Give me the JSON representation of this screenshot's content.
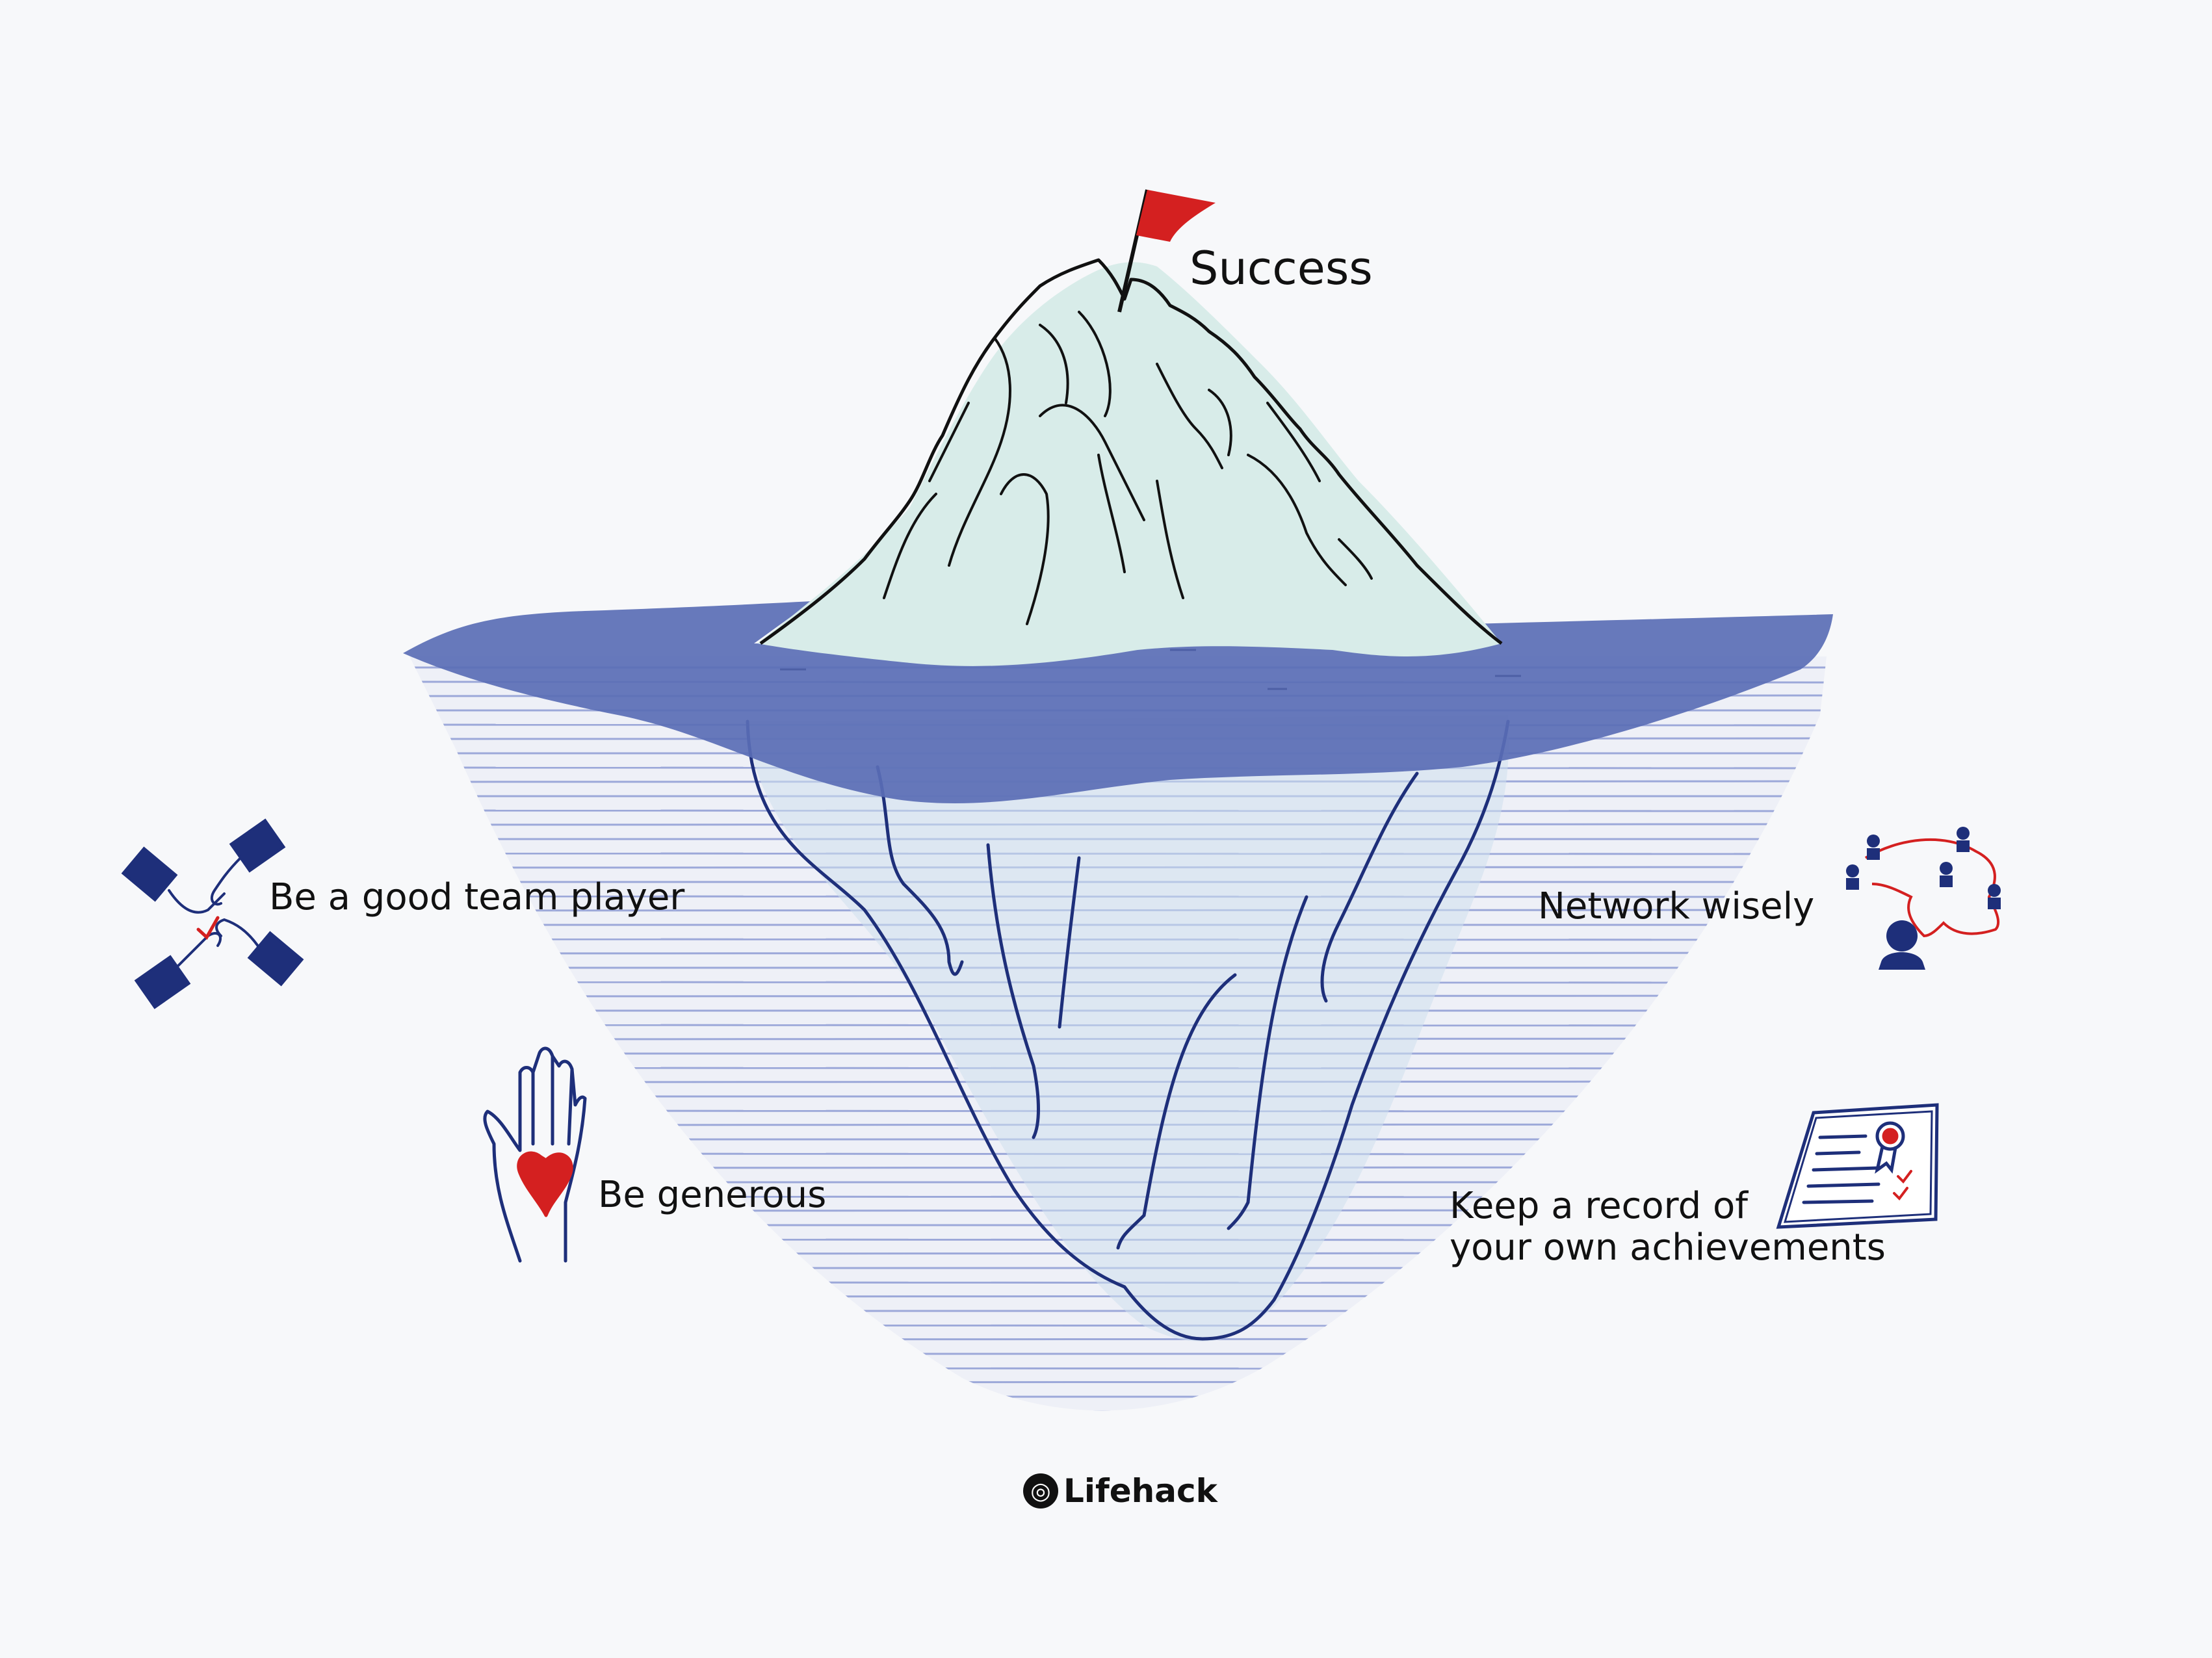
{
  "labels": {
    "success": "Success",
    "team_player": "Be a good team player",
    "generous": "Be generous",
    "network": "Network wisely",
    "record_line1": "Keep a record of",
    "record_line2": "your own achievements"
  },
  "brand": {
    "name": "Lifehack"
  },
  "colors": {
    "water": "#5a6eb5",
    "ice": "#d8ece9",
    "ink": "#1e2f7a",
    "accent": "#d42020",
    "background": "#f7f8fa"
  },
  "icons": [
    "flag-icon",
    "team-hands-icon",
    "generous-hand-icon",
    "network-icon",
    "certificate-icon",
    "lifehack-logo-icon"
  ]
}
